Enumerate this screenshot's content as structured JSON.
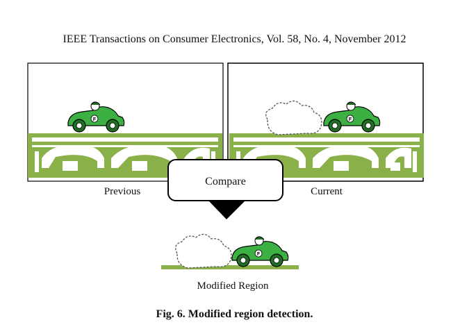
{
  "header": {
    "running_head": "IEEE Transactions on Consumer Electronics, Vol. 58, No. 4, November 2012"
  },
  "figure": {
    "panels": {
      "previous_label": "Previous",
      "current_label": "Current",
      "compare_label": "Compare",
      "modified_label": "Modified Region"
    },
    "car_badge": "F",
    "colors": {
      "bridge": "#8ab04a",
      "car_body": "#3cb043",
      "car_dark": "#1e6e24",
      "outline": "#000000"
    },
    "caption": "Fig. 6. Modified region detection."
  }
}
